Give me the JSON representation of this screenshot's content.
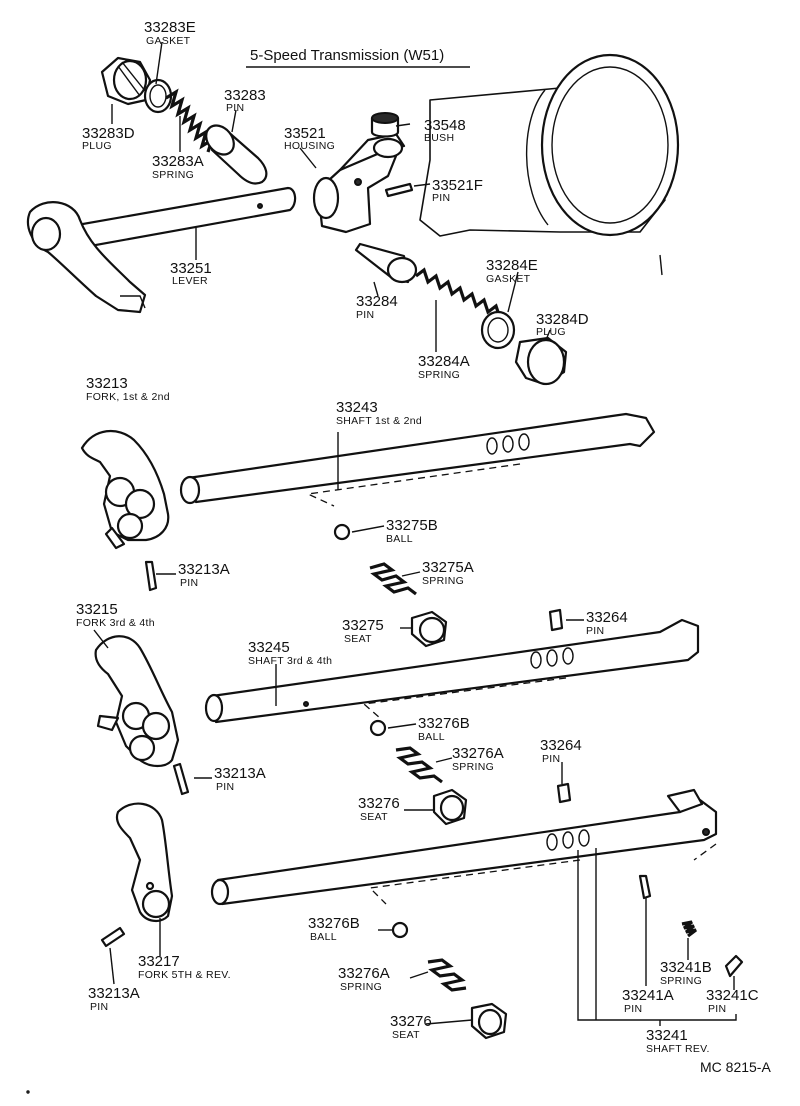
{
  "title": "5-Speed Transmission (W51)",
  "reference": "MC 8215-A",
  "labels": [
    {
      "key": "l33283E",
      "number": "33283E",
      "name": "GASKET"
    },
    {
      "key": "l33283",
      "number": "33283",
      "name": "PIN"
    },
    {
      "key": "l33283D",
      "number": "33283D",
      "name": "PLUG"
    },
    {
      "key": "l33283A",
      "number": "33283A",
      "name": "SPRING"
    },
    {
      "key": "l33521",
      "number": "33521",
      "name": "HOUSING"
    },
    {
      "key": "l33548",
      "number": "33548",
      "name": "BUSH"
    },
    {
      "key": "l33521F",
      "number": "33521F",
      "name": "PIN"
    },
    {
      "key": "l33251",
      "number": "33251",
      "name": "LEVER"
    },
    {
      "key": "l33284E",
      "number": "33284E",
      "name": "GASKET"
    },
    {
      "key": "l33284",
      "number": "33284",
      "name": "PIN"
    },
    {
      "key": "l33284D",
      "number": "33284D",
      "name": "PLUG"
    },
    {
      "key": "l33284A",
      "number": "33284A",
      "name": "SPRING"
    },
    {
      "key": "l33213",
      "number": "33213",
      "name": "FORK, 1st & 2nd"
    },
    {
      "key": "l33243",
      "number": "33243",
      "name": "SHAFT  1st & 2nd"
    },
    {
      "key": "l33275B",
      "number": "33275B",
      "name": "BALL"
    },
    {
      "key": "l33213A_1",
      "number": "33213A",
      "name": "PIN"
    },
    {
      "key": "l33275A",
      "number": "33275A",
      "name": "SPRING"
    },
    {
      "key": "l33215",
      "number": "33215",
      "name": "FORK 3rd & 4th"
    },
    {
      "key": "l33275",
      "number": "33275",
      "name": "SEAT"
    },
    {
      "key": "l33264_1",
      "number": "33264",
      "name": "PIN"
    },
    {
      "key": "l33245",
      "number": "33245",
      "name": "SHAFT   3rd & 4th"
    },
    {
      "key": "l33276B_1",
      "number": "33276B",
      "name": "BALL"
    },
    {
      "key": "l33276A_1",
      "number": "33276A",
      "name": "SPRING"
    },
    {
      "key": "l33264_2",
      "number": "33264",
      "name": "PIN"
    },
    {
      "key": "l33213A_2",
      "number": "33213A",
      "name": "PIN"
    },
    {
      "key": "l33276_1",
      "number": "33276",
      "name": "SEAT"
    },
    {
      "key": "l33276B_2",
      "number": "33276B",
      "name": "BALL"
    },
    {
      "key": "l33217",
      "number": "33217",
      "name": "FORK 5TH & REV."
    },
    {
      "key": "l33213A_3",
      "number": "33213A",
      "name": "PIN"
    },
    {
      "key": "l33276A_2",
      "number": "33276A",
      "name": "SPRING"
    },
    {
      "key": "l33241B",
      "number": "33241B",
      "name": "SPRING"
    },
    {
      "key": "l33241A",
      "number": "33241A",
      "name": "PIN"
    },
    {
      "key": "l33241C",
      "number": "33241C",
      "name": "PIN"
    },
    {
      "key": "l33276_2",
      "number": "33276",
      "name": "SEAT"
    },
    {
      "key": "l33241",
      "number": "33241",
      "name": "SHAFT REV."
    }
  ]
}
